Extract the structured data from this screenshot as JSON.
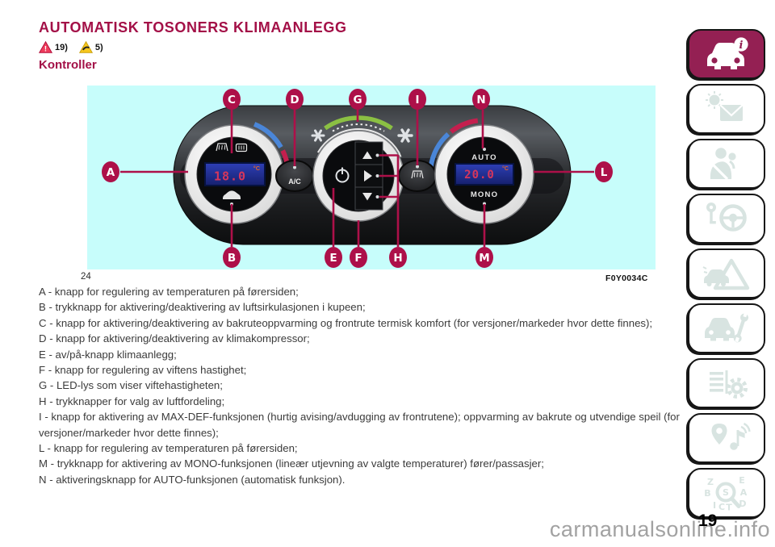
{
  "header": {
    "title": "AUTOMATISK TOSONERS KLIMAANLEGG",
    "subheading": "Kontroller",
    "refs": [
      {
        "icon": "red-warning-triangle-icon",
        "symbol": "!",
        "label": "19)"
      },
      {
        "icon": "yellow-caution-triangle-icon",
        "label": "5)"
      }
    ]
  },
  "figure": {
    "page_ref": "24",
    "code": "F0Y0034C",
    "panel": {
      "driver_display": "18.0",
      "driver_unit": "°C",
      "passenger_display": "20.0",
      "passenger_unit": "°C",
      "ac_label": "A/C",
      "auto_label": "AUTO",
      "mono_label": "MONO"
    },
    "callouts": [
      "A",
      "B",
      "C",
      "D",
      "E",
      "F",
      "G",
      "H",
      "I",
      "L",
      "M",
      "N"
    ]
  },
  "legend": {
    "items": [
      "A - knapp for regulering av temperaturen på førersiden;",
      "B - trykknapp for aktivering/deaktivering av luftsirkulasjonen i kupeen;",
      "C - knapp for aktivering/deaktivering av bakruteoppvarming og frontrute termisk komfort (for versjoner/markeder hvor dette finnes);",
      "D - knapp for aktivering/deaktivering av klimakompressor;",
      "E - av/på-knapp klimaanlegg;",
      "F - knapp for regulering av viftens hastighet;",
      "G - LED-lys som viser viftehastigheten;",
      "H - trykknapper for valg av luftfordeling;",
      "I - knapp for aktivering av MAX-DEF-funksjonen (hurtig avising/avdugging av frontrutene); oppvarming av bakrute og utvendige speil (for versjoner/markeder hvor dette finnes);",
      "L - knapp for regulering av temperaturen på førersiden;",
      "M - trykknapp for aktivering av MONO-funksjonen (lineær utjevning av valgte temperaturer) fører/passasjer;",
      "N - aktiveringsknapp for AUTO-funksjonen (automatisk funksjon)."
    ]
  },
  "sidebar": {
    "info_glyph": "i",
    "index_letters": [
      "Z",
      "E",
      "B",
      "A",
      "S",
      "I",
      "C",
      "T",
      "D"
    ],
    "tabs": [
      {
        "icon": "car-info-icon",
        "active": true
      },
      {
        "icon": "warning-lights-icon",
        "active": false
      },
      {
        "icon": "safety-belt-icon",
        "active": false
      },
      {
        "icon": "key-steering-wheel-icon",
        "active": false
      },
      {
        "icon": "emergency-triangle-icon",
        "active": false
      },
      {
        "icon": "car-wrench-icon",
        "active": false
      },
      {
        "icon": "technical-data-icon",
        "active": false
      },
      {
        "icon": "multimedia-icon",
        "active": false
      },
      {
        "icon": "index-search-icon",
        "active": false
      }
    ]
  },
  "footer": {
    "page_number": "19",
    "watermark": "carmanualsonline.info"
  },
  "colors": {
    "accent": "#a31047",
    "callout": "#ad1049",
    "figure_bg": "#c7fdfb",
    "active_tab": "#942053",
    "lcd_blue": "#1d2a8f",
    "lcd_digits": "#d6365c",
    "led_green": "#8bc043"
  }
}
